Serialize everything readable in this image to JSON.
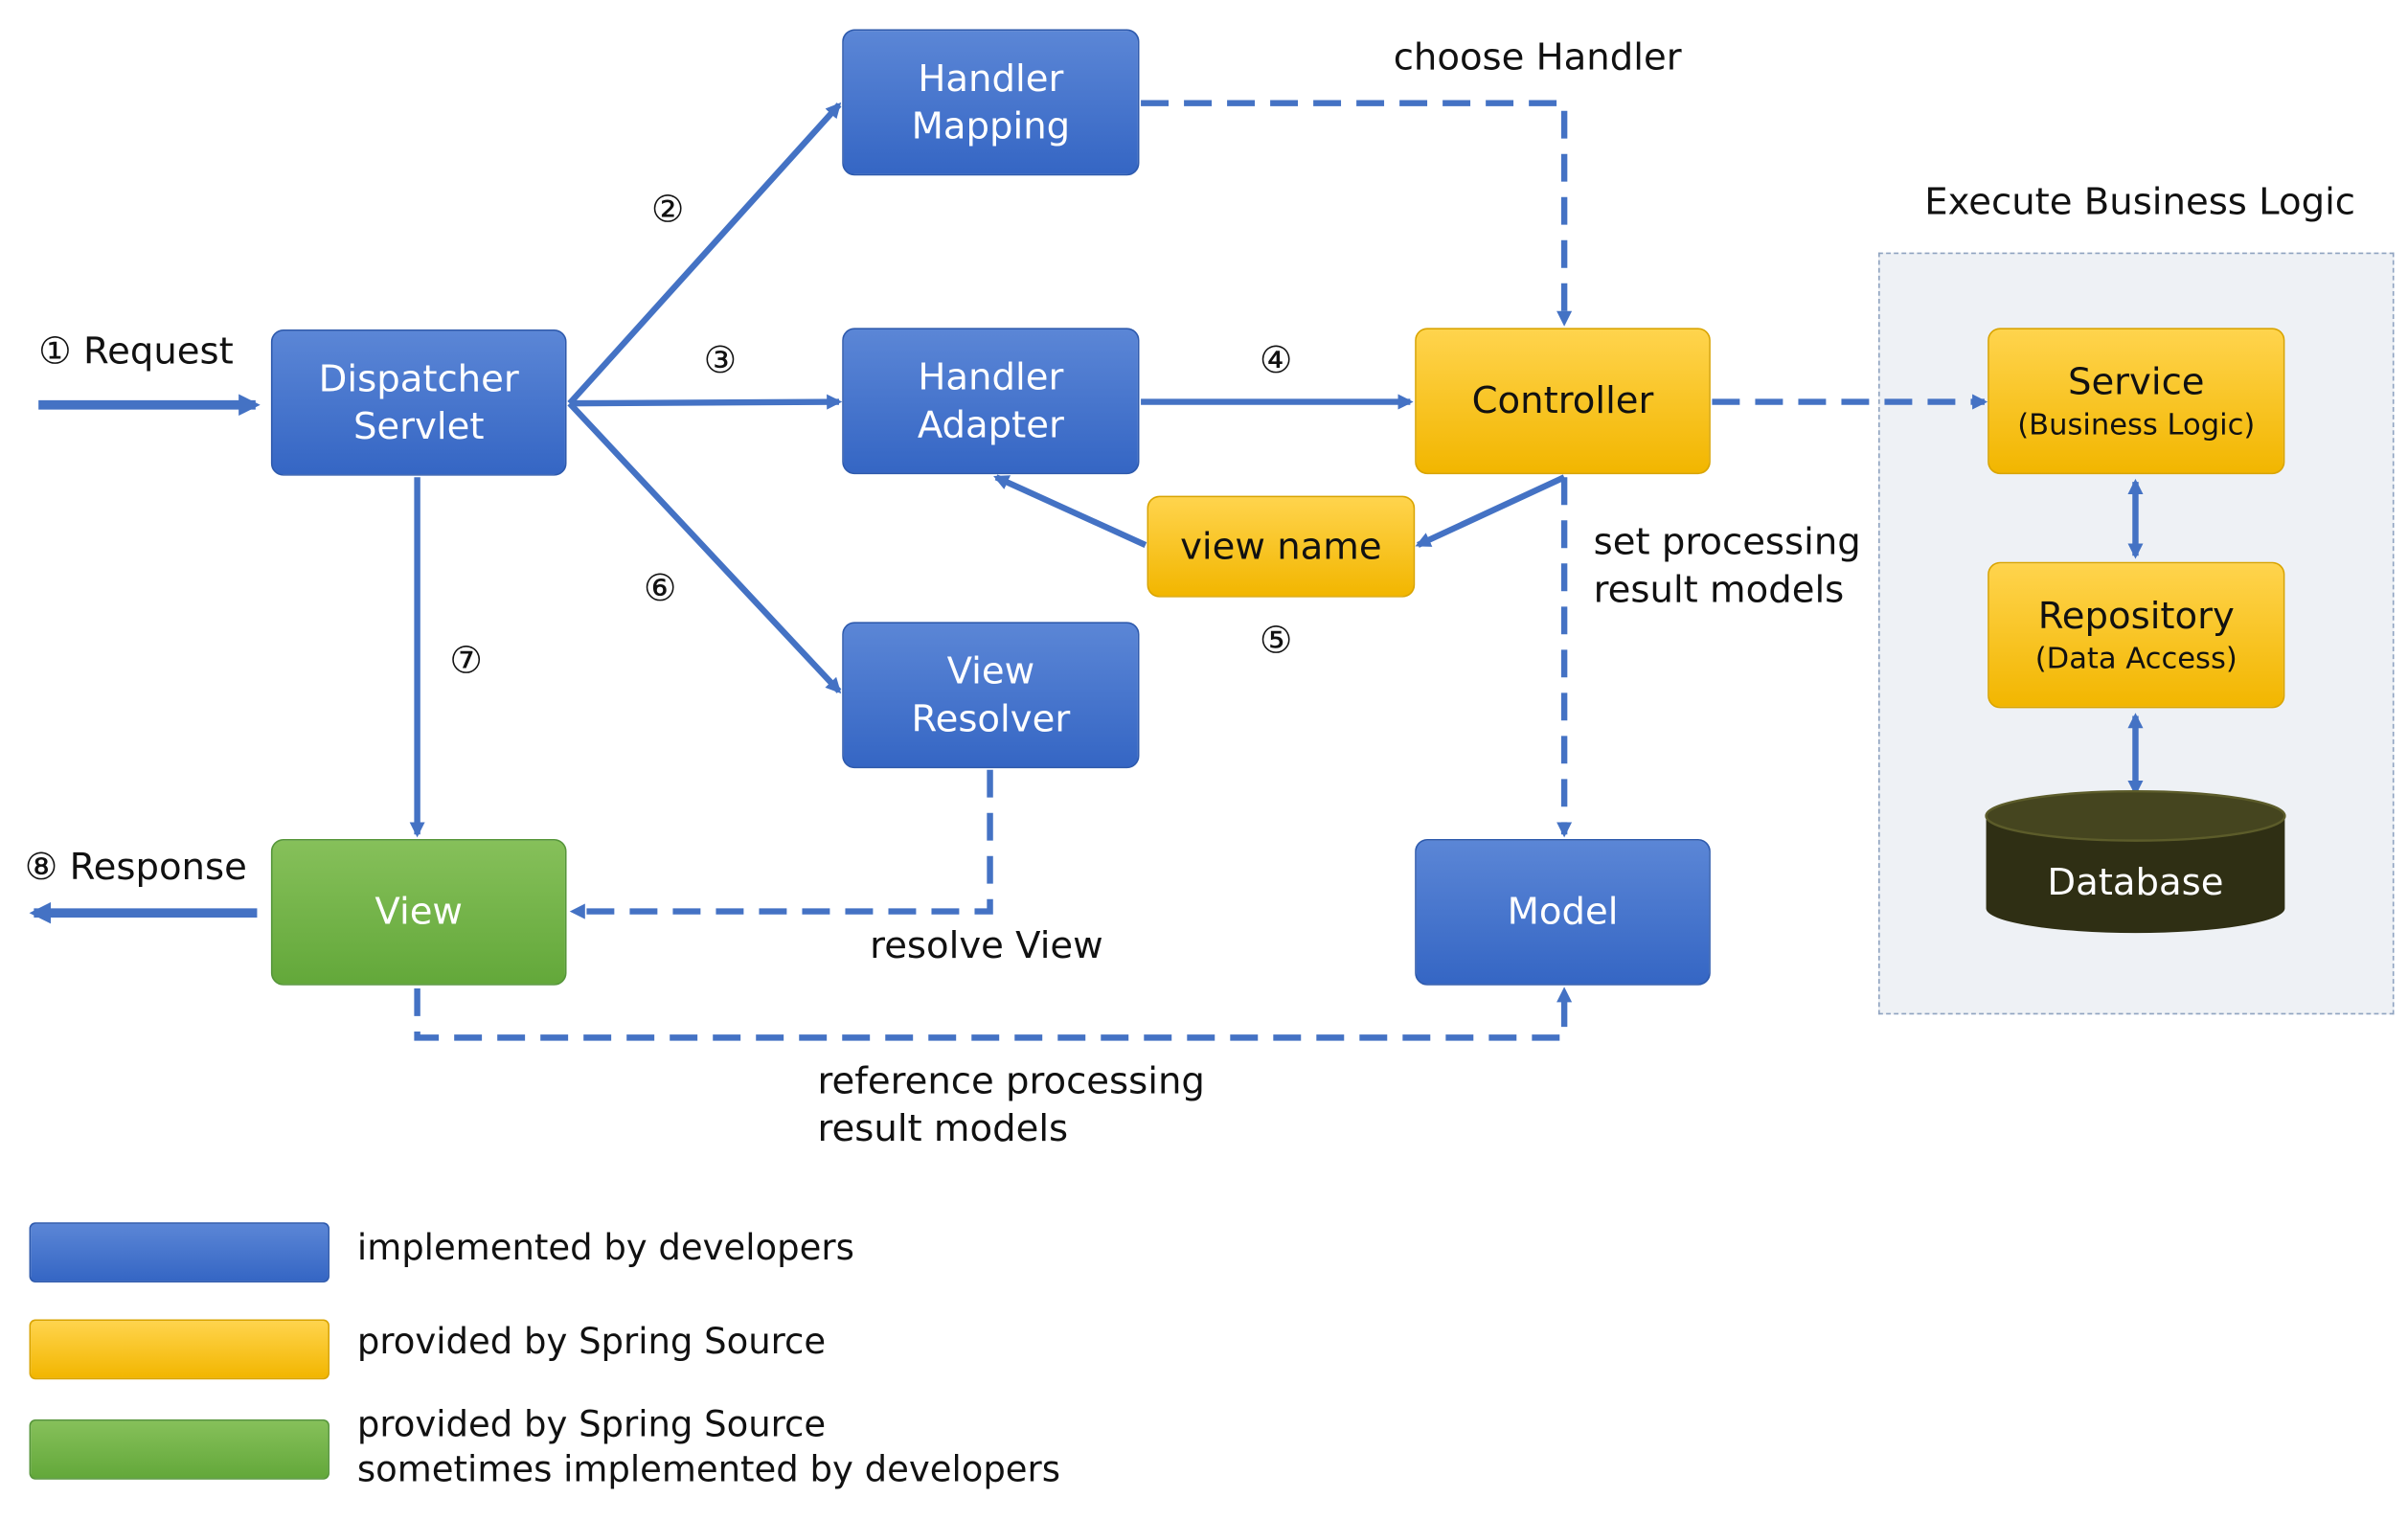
{
  "nodes": {
    "handler_mapping": [
      "Handler",
      "Mapping"
    ],
    "dispatcher_servlet": [
      "Dispatcher",
      "Servlet"
    ],
    "handler_adapter": [
      "Handler",
      "Adapter"
    ],
    "controller": "Controller",
    "view_name": "view name",
    "view_resolver": [
      "View",
      "Resolver"
    ],
    "view": "View",
    "model": "Model",
    "service": {
      "title": "Service",
      "subtitle": "(Business Logic)"
    },
    "repository": {
      "title": "Repository",
      "subtitle": "(Data Access)"
    },
    "database": "Database"
  },
  "labels": {
    "request": "① Request",
    "response": "⑧ Response",
    "choose_handler": "choose Handler",
    "execute_business_logic": "Execute Business Logic",
    "set_processing": [
      "set processing",
      "result models"
    ],
    "resolve_view": "resolve View",
    "reference_processing": [
      "reference processing",
      "result models"
    ]
  },
  "steps": {
    "s2": "②",
    "s3": "③",
    "s4": "④",
    "s5": "⑤",
    "s6": "⑥",
    "s7": "⑦"
  },
  "legend": [
    {
      "text": [
        "implemented by developers"
      ],
      "color": "#3f6fca"
    },
    {
      "text": [
        "provided by Spring Source"
      ],
      "color": "#fbc21a"
    },
    {
      "text": [
        "provided by Spring Source",
        "sometimes implemented by developers"
      ],
      "color": "#72b348"
    }
  ],
  "colors": {
    "arrow": "#4472c4",
    "blue": "#3f6fca",
    "gold": "#fbc21a",
    "green": "#72b348",
    "database": "#2f2f14"
  }
}
